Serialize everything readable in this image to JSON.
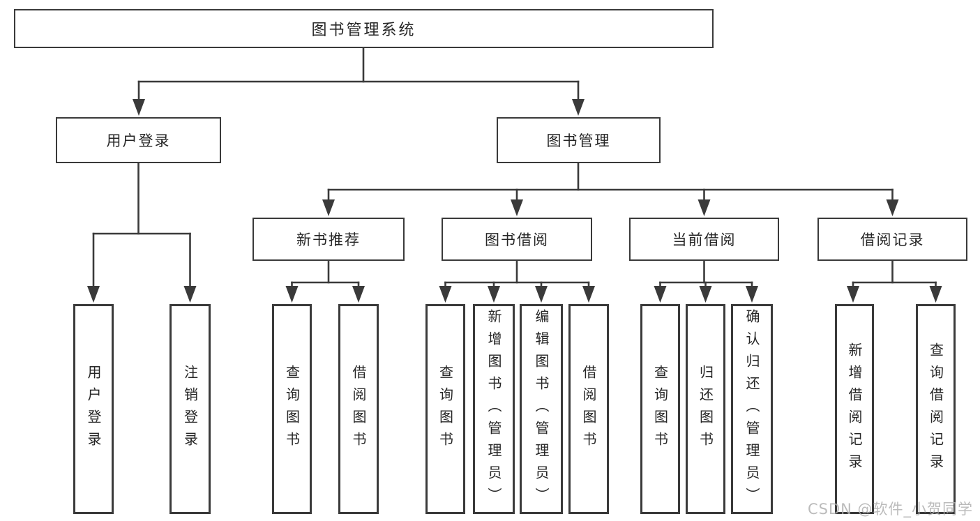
{
  "watermark": "CSDN @软件_小贺同学",
  "colors": {
    "line": "#3a3a3a",
    "text": "#262626",
    "watermark": "#b0b0b0",
    "background": "#ffffff"
  },
  "tree": {
    "label": "图书管理系统",
    "children": [
      {
        "label": "用户登录",
        "children": [
          {
            "label": "用户登录"
          },
          {
            "label": "注销登录"
          }
        ]
      },
      {
        "label": "图书管理",
        "children": [
          {
            "label": "新书推荐",
            "children": [
              {
                "label": "查询图书"
              },
              {
                "label": "借阅图书"
              }
            ]
          },
          {
            "label": "图书借阅",
            "children": [
              {
                "label": "查询图书"
              },
              {
                "label": "新增图书（管理员）"
              },
              {
                "label": "编辑图书（管理员）"
              },
              {
                "label": "借阅图书"
              }
            ]
          },
          {
            "label": "当前借阅",
            "children": [
              {
                "label": "查询图书"
              },
              {
                "label": "归还图书"
              },
              {
                "label": "确认归还（管理员）"
              }
            ]
          },
          {
            "label": "借阅记录",
            "children": [
              {
                "label": "新增借阅记录"
              },
              {
                "label": "查询借阅记录"
              }
            ]
          }
        ]
      }
    ]
  }
}
